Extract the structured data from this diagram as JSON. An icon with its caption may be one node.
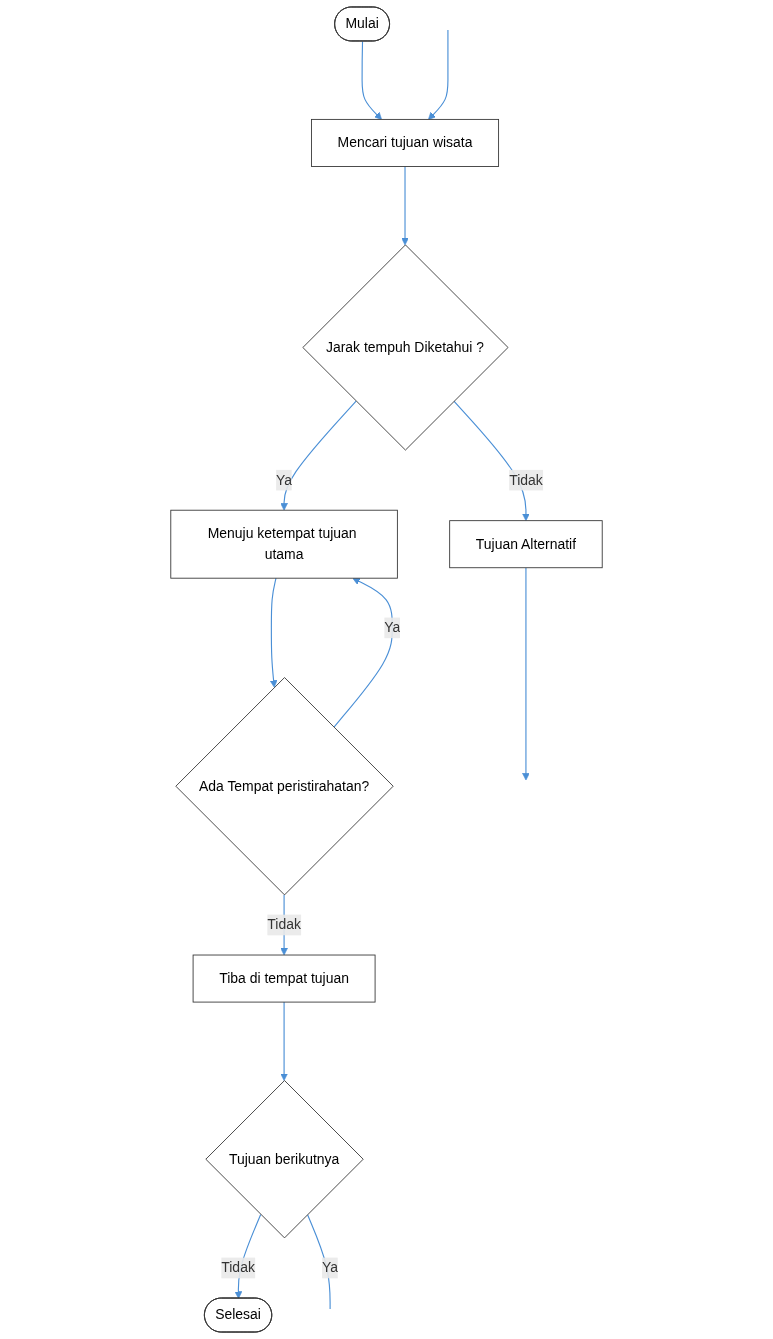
{
  "diagram": {
    "nodes": [
      {
        "text": [
          "Mulai"
        ]
      },
      {
        "text": [
          "Mencari tujuan wisata"
        ]
      },
      {
        "text": [
          "Jarak tempuh Diketahui ?"
        ]
      },
      {
        "text": [
          "Tujuan Alternatif"
        ]
      },
      {
        "text": [
          "Menuju ketempat tujuan utama"
        ]
      },
      {
        "text": [
          "Ada Tempat peristirahatan?"
        ]
      },
      {
        "text": [
          "Tiba di tempat tujuan"
        ]
      },
      {
        "text": [
          "Tujuan berikutnya"
        ]
      },
      {
        "text": [
          "Selesai"
        ]
      }
    ],
    "edges": [
      {
        "from": 0,
        "to": 1,
        "arrow": "to"
      },
      {
        "from": 1,
        "to": 2,
        "arrow": "to"
      },
      {
        "from": 2,
        "to": 3,
        "label": "Tidak",
        "arrow": "to"
      },
      {
        "from": 3,
        "to": null,
        "arrow": "to"
      },
      {
        "from": 2,
        "to": 4,
        "label": "Ya",
        "arrow": "to"
      },
      {
        "from": 4,
        "to": 5,
        "arrow": "to"
      },
      {
        "from": 5,
        "to": 4,
        "label": "Ya",
        "arrow": "to"
      },
      {
        "from": 5,
        "to": 6,
        "label": "Tidak",
        "arrow": "to"
      },
      {
        "from": 6,
        "to": 7,
        "arrow": "to"
      },
      {
        "from": 7,
        "to": 8,
        "label": "Tidak",
        "arrow": "to"
      },
      {
        "from": 7,
        "to": null,
        "label": "Ya",
        "arrow": "none"
      },
      {
        "from": null,
        "to": 1,
        "arrow": "to"
      }
    ]
  }
}
